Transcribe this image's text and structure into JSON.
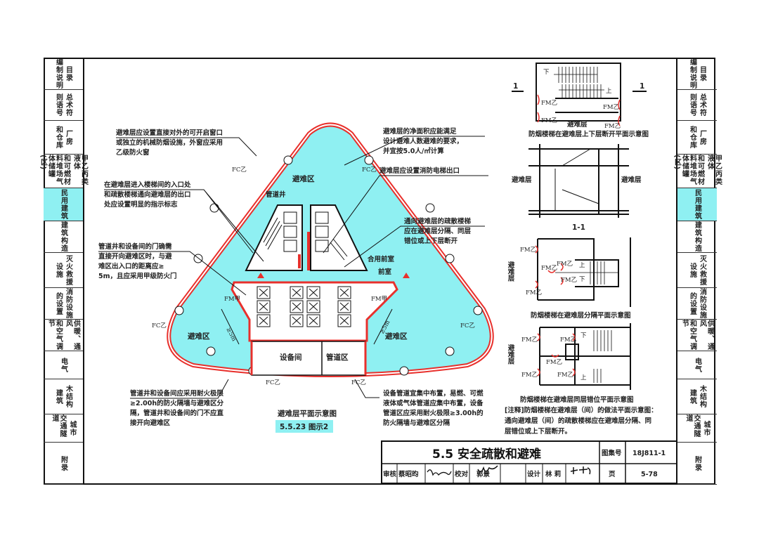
{
  "sidebar": {
    "tabs": [
      {
        "a": "目录",
        "b": "编制说明"
      },
      {
        "a": "总术符",
        "b": "则语号"
      },
      {
        "a": "厂房",
        "b": "和仓库"
      },
      {
        "a": "甲乙丙类液体",
        "b": "和可燃材料堆场气体储罐(区)"
      },
      {
        "a": "民用建筑",
        "b": ""
      },
      {
        "a": "建筑构造",
        "b": ""
      },
      {
        "a": "灭火救援",
        "b": "设施"
      },
      {
        "a": "消防设施",
        "b": "的设置"
      },
      {
        "a": "供暖、通风",
        "b": "和空气调节"
      },
      {
        "a": "电气",
        "b": ""
      },
      {
        "a": "木结构",
        "b": "建筑"
      },
      {
        "a": "城市",
        "b": "交通隧道"
      },
      {
        "a": "附录",
        "b": ""
      }
    ],
    "active_index": 4
  },
  "colors": {
    "refuge_fill": "#8ff0f2",
    "fire_red": "#e8302c",
    "line": "#111111"
  },
  "plan": {
    "refuge_zone": "避难区",
    "pipe_shaft": "管道井",
    "shared_anteroom": "合用前室",
    "anteroom": "前室",
    "equipment_room": "设备间",
    "pipe_zone": "管道区",
    "fc": "FC乙",
    "fm_a": "FM甲",
    "dist": "≥5m",
    "caption": "避难层平面示意图",
    "badge": "5.5.23 图示2"
  },
  "annotations": {
    "a1": [
      "避难层应设置直接对外的可开启窗口",
      "或独立的机械防烟设施，外窗应采用",
      "乙级防火窗"
    ],
    "a2": [
      "在避难层进入楼梯间的入口处",
      "和疏散楼梯通向避难层的出口",
      "处应设置明显的指示标志"
    ],
    "a3": [
      "管道井和设备间的门确需",
      "直接开向避难区时，与避",
      "难区出入口的距离应≥",
      "5m，且应采用甲级防火门"
    ],
    "a4": [
      "管道井和设备间应采用耐火极限",
      "≥2.00h的防火隔墙与避难区分",
      "隔，管道井和设备间的门不应直",
      "接开向避难区"
    ],
    "a5": [
      "避难层的净面积应能满足",
      "设计避难人数避难的要求，",
      "并宜按5.0人/㎡计算"
    ],
    "a6": [
      "避难层应设置消防电梯出口"
    ],
    "a7": [
      "通向避难层的疏散楼梯",
      "应在避难层分隔、同层",
      "错位或上下层断开"
    ],
    "a8": [
      "设备管道宜集中布置，易燃、可燃",
      "液体或气体管道应集中布置，设备",
      "管道区应采用耐火极限≥3.00h的",
      "防火隔墙与避难区分隔"
    ]
  },
  "details": {
    "section_mark": "1",
    "down": "下",
    "up": "上",
    "fm_b": "FM乙",
    "refuge_floor": "避难层",
    "caption1": "防烟楼梯在避难层上下层断开平面示意图",
    "section_title": "1-1",
    "caption2": "防烟楼梯在避难层分隔平面示意图",
    "caption3": "防烟楼梯在避难层同层错位平面示意图",
    "note": [
      "[注释]防烟楼梯在避难层（间）的做法平面示意图：",
      "通向避难层（间）的疏散楼梯应在避难层分隔、同",
      "层错位或上下层断开。"
    ]
  },
  "title_block": {
    "title": "5.5  安全疏散和避难",
    "atlas_label": "图集号",
    "atlas_no": "18J811-1",
    "review_label": "审核",
    "reviewer": "蔡昭昀",
    "check_label": "校对",
    "checker": "郭景",
    "design_label": "设计",
    "designer": "林 莉",
    "page_label": "页",
    "page_no": "5-78"
  }
}
